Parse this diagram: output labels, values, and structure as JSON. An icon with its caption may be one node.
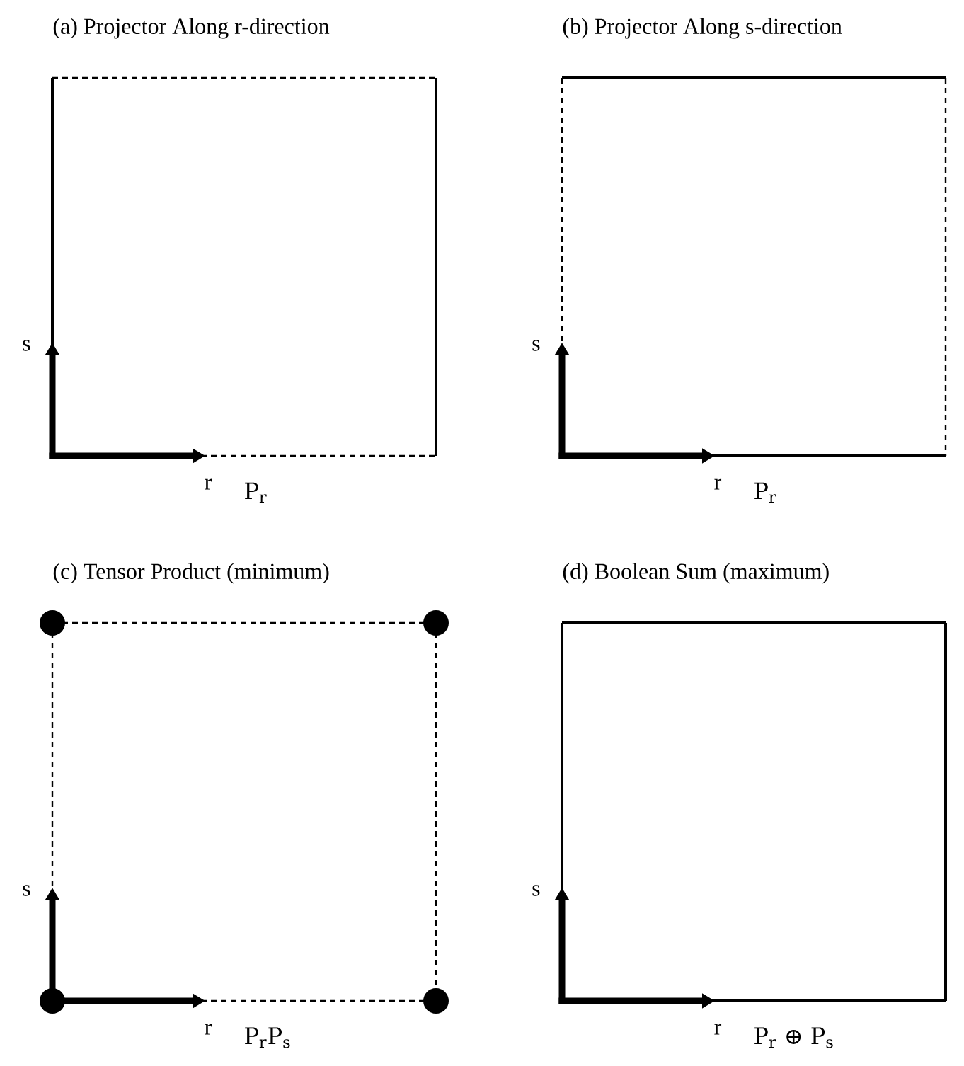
{
  "diagram": {
    "nodes": [
      {
        "text": [
          "(a) Projector Along r-direction",
          "s",
          "r",
          "P$_{r}$"
        ]
      },
      {
        "text": [
          "(b) Projector Along s-direction",
          "s",
          "r",
          "P$_{r}$"
        ]
      },
      {
        "text": [
          "(c) Tensor Product (minimum)",
          "s",
          "r",
          "P$_{r}$P$_{s}$"
        ]
      },
      {
        "text": [
          "(d) Boolean Sum (maximum)",
          "s",
          "r",
          "P$_{r}$ ⊕ P$_{s}$"
        ]
      }
    ]
  }
}
